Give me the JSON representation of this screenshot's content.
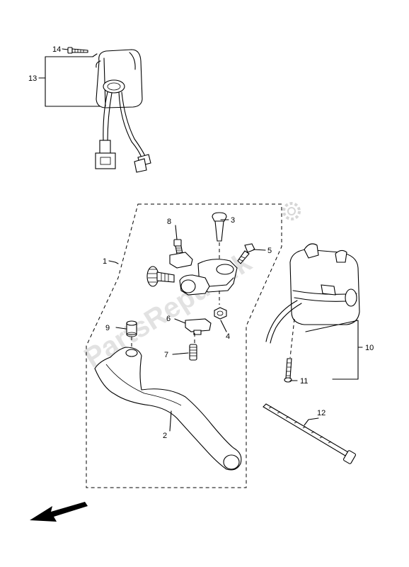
{
  "watermark": {
    "text": "PartsRepublik"
  },
  "callouts": [
    {
      "id": "1",
      "label": "1"
    },
    {
      "id": "2",
      "label": "2"
    },
    {
      "id": "3",
      "label": "3"
    },
    {
      "id": "4",
      "label": "4"
    },
    {
      "id": "5",
      "label": "5"
    },
    {
      "id": "6",
      "label": "6"
    },
    {
      "id": "7",
      "label": "7"
    },
    {
      "id": "8",
      "label": "8"
    },
    {
      "id": "9",
      "label": "9"
    },
    {
      "id": "10",
      "label": "10"
    },
    {
      "id": "11",
      "label": "11"
    },
    {
      "id": "12",
      "label": "12"
    },
    {
      "id": "13",
      "label": "13"
    },
    {
      "id": "14",
      "label": "14"
    }
  ],
  "icons": {
    "direction": "arrow-front-icon",
    "logo": "gear-icon"
  }
}
